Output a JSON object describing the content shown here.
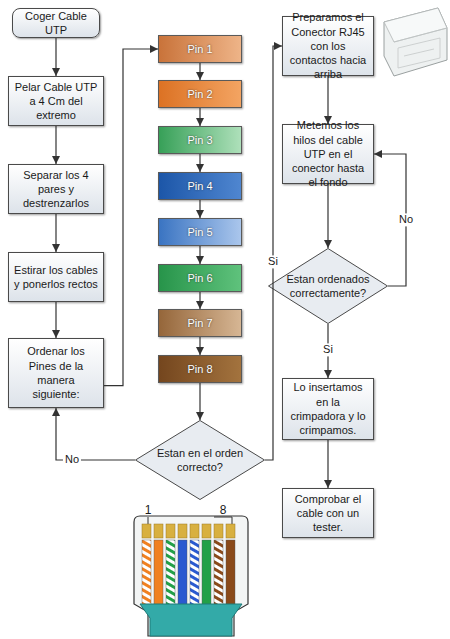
{
  "diagram": {
    "nodes": [
      {
        "text": [
          "Coger Cable UTP"
        ]
      },
      {
        "text": [
          "Pelar Cable UTP a 4 Cm del extremo"
        ]
      },
      {
        "text": [
          "Separar los 4 pares y destrenzarlos"
        ]
      },
      {
        "text": [
          "Estirar los cables y ponerlos rectos"
        ]
      },
      {
        "text": [
          "Ordenar los Pines de la manera siguiente:"
        ]
      },
      {
        "text": [
          "Pin 1"
        ]
      },
      {
        "text": [
          "Pin 2"
        ]
      },
      {
        "text": [
          "Pin 3"
        ]
      },
      {
        "text": [
          "Pin 4"
        ]
      },
      {
        "text": [
          "Pin 5"
        ]
      },
      {
        "text": [
          "Pin 6"
        ]
      },
      {
        "text": [
          "Pin 7"
        ]
      },
      {
        "text": [
          "Pin 8"
        ]
      },
      {
        "text": [
          "Estan en el orden correcto?"
        ]
      },
      {
        "text": [
          "Preparamos el Conector RJ45 con los contactos hacia arriba"
        ]
      },
      {
        "text": [
          "Metemos los hilos del cable UTP en el conector hasta el fondo"
        ]
      },
      {
        "text": [
          "Estan ordenados correctamente?"
        ]
      },
      {
        "text": [
          "Lo insertamos en la crimpadora y lo crimpamos."
        ]
      },
      {
        "text": [
          "Comprobar el cable con un tester."
        ]
      }
    ],
    "edges": [
      {
        "from": 0,
        "to": 1,
        "arrow": "to"
      },
      {
        "from": 1,
        "to": 2,
        "arrow": "to"
      },
      {
        "from": 2,
        "to": 3,
        "arrow": "to"
      },
      {
        "from": 3,
        "to": 4,
        "arrow": "to"
      },
      {
        "from": 4,
        "to": 5,
        "arrow": "to"
      },
      {
        "from": 5,
        "to": 6,
        "arrow": "to"
      },
      {
        "from": 6,
        "to": 7,
        "arrow": "to"
      },
      {
        "from": 7,
        "to": 8,
        "arrow": "to"
      },
      {
        "from": 8,
        "to": 9,
        "arrow": "to"
      },
      {
        "from": 9,
        "to": 10,
        "arrow": "to"
      },
      {
        "from": 10,
        "to": 11,
        "arrow": "to"
      },
      {
        "from": 11,
        "to": 12,
        "arrow": "to"
      },
      {
        "from": 12,
        "to": 13,
        "arrow": "to"
      },
      {
        "from": 13,
        "to": 4,
        "label": "No",
        "arrow": "to"
      },
      {
        "from": 13,
        "to": 14,
        "label": "Si",
        "arrow": "to"
      },
      {
        "from": 14,
        "to": 15,
        "arrow": "to"
      },
      {
        "from": 15,
        "to": 16,
        "arrow": "to"
      },
      {
        "from": 16,
        "to": 15,
        "label": "No",
        "arrow": "to"
      },
      {
        "from": 16,
        "to": 17,
        "label": "Si",
        "arrow": "to"
      },
      {
        "from": 17,
        "to": 18,
        "arrow": "to"
      }
    ],
    "labels": [
      "1",
      "8"
    ]
  }
}
